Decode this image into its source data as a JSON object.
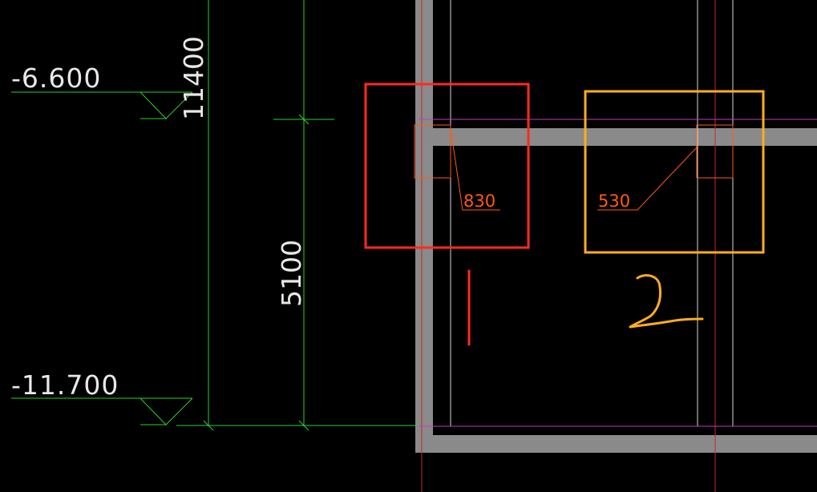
{
  "elevations": {
    "top": "-6.600",
    "bottom": "-11.700"
  },
  "dimensions": {
    "total": "11400",
    "segment": "5100"
  },
  "callouts": {
    "left": "830",
    "right": "530"
  },
  "markers": {
    "left": "1",
    "right": "2"
  },
  "colors": {
    "background": "#000000",
    "dimension_green": "#2bd12b",
    "wall_gray": "#8a8a8a",
    "axis_red": "#c8262b",
    "guide_magenta": "#c43bc6",
    "highlight_red": "#ff2a1f",
    "highlight_orange": "#ffae1a",
    "callout_orange": "#ff5a14"
  }
}
